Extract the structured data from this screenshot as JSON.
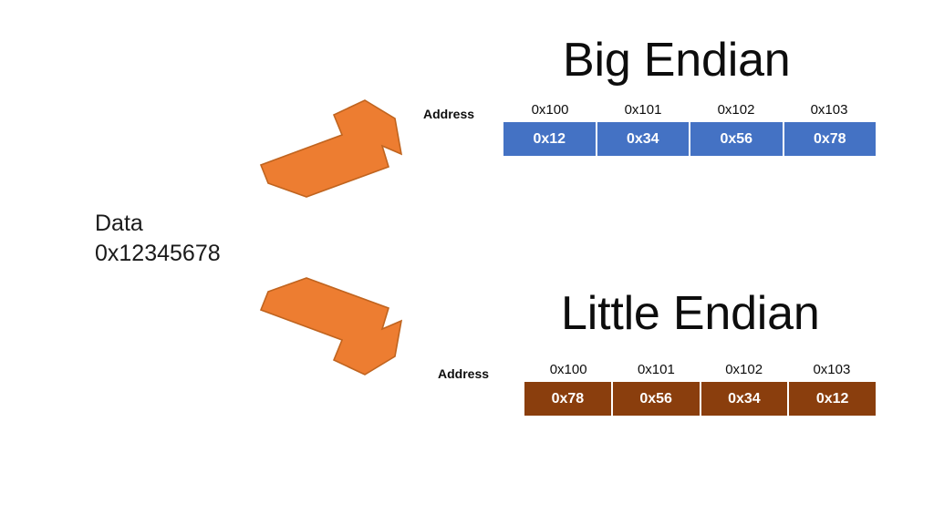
{
  "diagram": {
    "title_implicit": "Endianness byte ordering",
    "colors": {
      "big_endian_fill": "#4472C4",
      "little_endian_fill": "#8A3E0D",
      "arrow_fill": "#ED7D31",
      "arrow_stroke": "#C05A1E",
      "text": "#0D0D0D",
      "cell_text": "#FFFFFF",
      "background": "#FFFFFF"
    }
  },
  "source": {
    "label": "Data",
    "value": "0x12345678"
  },
  "arrows": [
    {
      "name": "arrow-to-big-endian",
      "direction": "up-right"
    },
    {
      "name": "arrow-to-little-endian",
      "direction": "down-right"
    }
  ],
  "big_endian": {
    "title": "Big Endian",
    "address_label": "Address",
    "addresses": [
      "0x100",
      "0x101",
      "0x102",
      "0x103"
    ],
    "bytes": [
      "0x12",
      "0x34",
      "0x56",
      "0x78"
    ]
  },
  "little_endian": {
    "title": "Little Endian",
    "address_label": "Address",
    "addresses": [
      "0x100",
      "0x101",
      "0x102",
      "0x103"
    ],
    "bytes": [
      "0x78",
      "0x56",
      "0x34",
      "0x12"
    ]
  }
}
